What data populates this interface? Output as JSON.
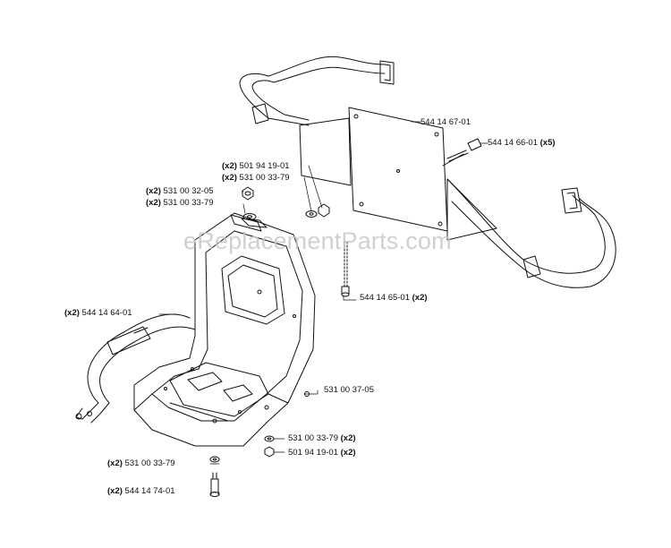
{
  "watermark": "eReplacementParts.com",
  "callouts": {
    "plate": {
      "part": "544 14 67-01",
      "qty": ""
    },
    "plate_screw": {
      "part": "544 14 66-01",
      "qty": "(x5)"
    },
    "nut_top": {
      "part": "501 94 19-01",
      "qty": "(x2)"
    },
    "washer_top": {
      "part": "531 00 33-79",
      "qty": "(x2)"
    },
    "bushing": {
      "part": "531 00 32-05",
      "qty": "(x2)"
    },
    "washer_left": {
      "part": "531 00 33-79",
      "qty": "(x2)"
    },
    "bolt_mid": {
      "part": "544 14 65-01",
      "qty": "(x2)"
    },
    "strap_left": {
      "part": "544 14 64-01",
      "qty": "(x2)"
    },
    "frame": {
      "part": "531 00 37-05",
      "qty": ""
    },
    "washer_bottom": {
      "part": "531 00 33-79",
      "qty": "(x2)"
    },
    "nut_bottom": {
      "part": "501 94 19-01",
      "qty": "(x2)"
    },
    "washer_lower": {
      "part": "531 00 33-79",
      "qty": "(x2)"
    },
    "bolt_bottom": {
      "part": "544 14 74-01",
      "qty": "(x2)"
    }
  }
}
